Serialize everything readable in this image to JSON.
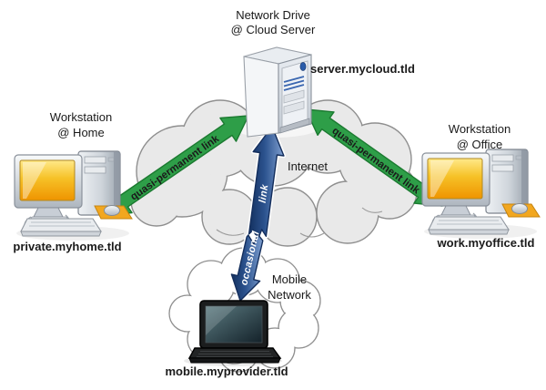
{
  "colors": {
    "link_permanent_fill": "#2E9E48",
    "link_permanent_border": "#1B7A30",
    "link_occasional_border": "#142E5C",
    "cloud_internet_fill": "#E9E9E9",
    "cloud_mobile_fill": "#FFFFFF",
    "cloud_stroke": "#8F8F8F"
  },
  "server": {
    "title_line1": "Network Drive",
    "title_line2": "@ Cloud Server",
    "hostname": "server.mycloud.tld"
  },
  "home": {
    "title_line1": "Workstation",
    "title_line2": "@ Home",
    "hostname": "private.myhome.tld"
  },
  "office": {
    "title_line1": "Workstation",
    "title_line2": "@ Office",
    "hostname": "work.myoffice.tld"
  },
  "mobile": {
    "hostname": "mobile.myprovider.tld"
  },
  "internet_cloud": {
    "label": "Internet"
  },
  "mobile_cloud": {
    "label_line1": "Mobile",
    "label_line2": "Network"
  },
  "links": {
    "home_server": {
      "label": "quasi-permanent link"
    },
    "office_server": {
      "label": "quasi-permanent link"
    },
    "mobile_server": {
      "upper_word": "link",
      "lower_word": "occasional"
    }
  }
}
